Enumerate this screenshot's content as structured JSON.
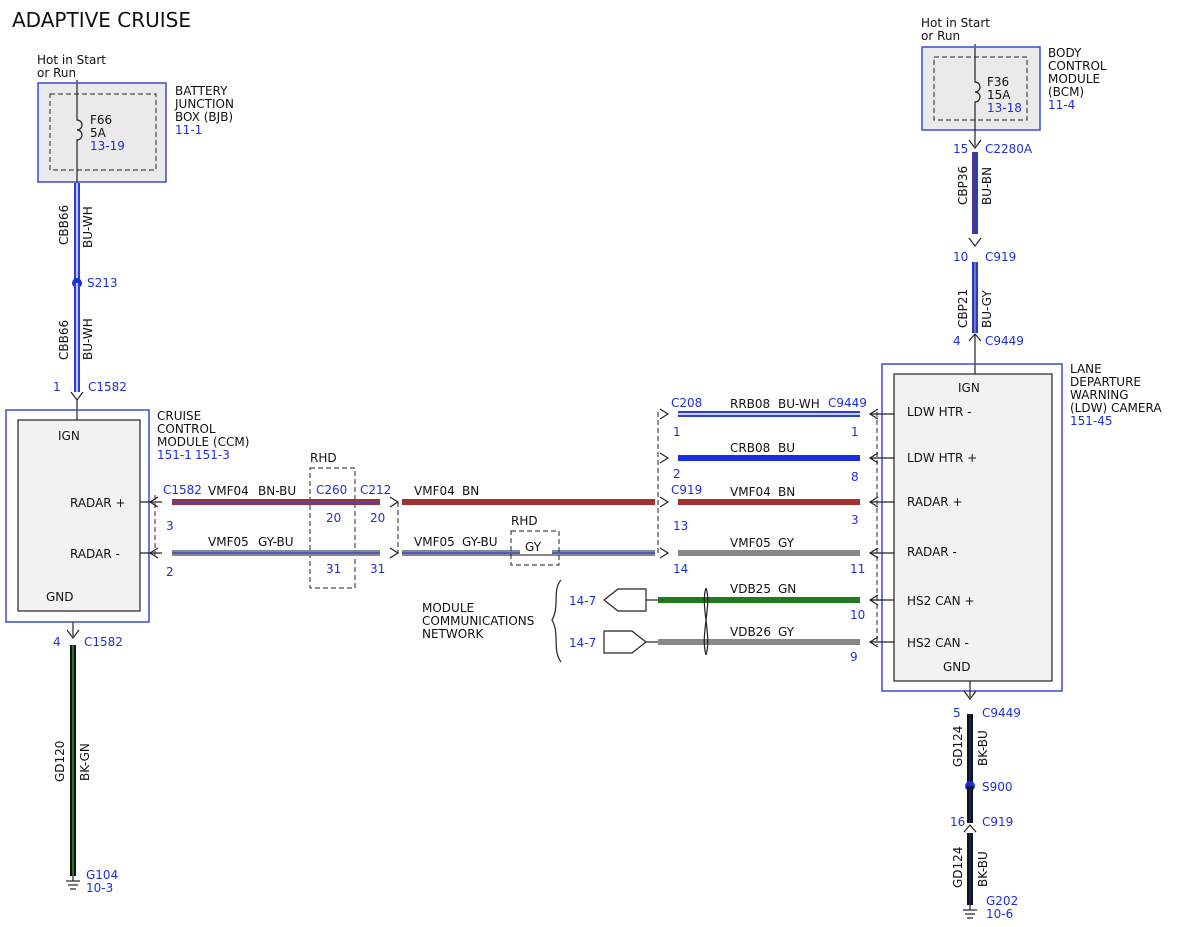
{
  "title": "ADAPTIVE CRUISE",
  "colors": {
    "BU-WH": [
      "#2b3fd0",
      "#ffffff"
    ],
    "BU": [
      "#1a2ee0",
      "#1a2ee0"
    ],
    "BN": [
      "#a1302e",
      "#a1302e"
    ],
    "BN-BU": [
      "#a1302e",
      "#3b4bd8"
    ],
    "GY": [
      "#888888",
      "#888888"
    ],
    "GY-BU": [
      "#888888",
      "#3b4bd8"
    ],
    "GN": [
      "#1f7a1f",
      "#1f7a1f"
    ],
    "BK-GN": [
      "#111111",
      "#2a8f2a"
    ],
    "BK-BU": [
      "#111111",
      "#1a2a80"
    ],
    "BU-BN": [
      "#2a3ad0",
      "#7a3020"
    ],
    "BU-GY": [
      "#2a3ad0",
      "#9090a0"
    ],
    "ref": "#1f2fd6"
  },
  "bjb": {
    "hot1": "Hot in Start",
    "hot2": "or Run",
    "fuse": "F66",
    "amp": "5A",
    "ref": "13-19",
    "name1": "BATTERY",
    "name2": "JUNCTION",
    "name3": "BOX (BJB)",
    "page": "11-1"
  },
  "bcm": {
    "hot1": "Hot in Start",
    "hot2": "or Run",
    "fuse": "F36",
    "amp": "15A",
    "ref": "13-18",
    "name1": "BODY",
    "name2": "CONTROL",
    "name3": "MODULE",
    "name4": "(BCM)",
    "page": "11-4"
  },
  "ccm": {
    "name1": "CRUISE",
    "name2": "CONTROL",
    "name3": "MODULE (CCM)",
    "page1": "151-1",
    "page2": "151-3",
    "pin_ign": "IGN",
    "pin_radar_pos": "RADAR +",
    "pin_radar_neg": "RADAR -",
    "pin_gnd": "GND"
  },
  "ldw": {
    "name1": "LANE",
    "name2": "DEPARTURE",
    "name3": "WARNING",
    "name4": "(LDW) CAMERA",
    "page": "151-45",
    "pin_ign": "IGN",
    "pins": [
      "LDW HTR -",
      "LDW HTR +",
      "RADAR +",
      "RADAR -",
      "HS2 CAN +",
      "HS2 CAN -"
    ],
    "pin_gnd": "GND"
  },
  "left_wires": {
    "upper_circuit": "CBB66",
    "upper_color": "BU-WH",
    "splice": "S213",
    "lower_circuit": "CBB66",
    "lower_color": "BU-WH",
    "conn_pin": "1",
    "conn": "C1582",
    "gnd_pin": "4",
    "gnd_conn": "C1582",
    "gnd_circuit": "GD120",
    "gnd_color": "BK-GN",
    "ground": "G104",
    "ground_ref": "10-3"
  },
  "right_top_wires": {
    "pin1": "15",
    "conn1": "C2280A",
    "circuit1": "CBP36",
    "color1": "BU-BN",
    "pin2": "10",
    "conn2": "C919",
    "circuit2": "CBP21",
    "color2": "BU-GY",
    "pin3": "4",
    "conn3": "C9449"
  },
  "right_bottom_wires": {
    "pin1": "5",
    "conn1": "C9449",
    "circuit1": "GD124",
    "color1": "BK-BU",
    "splice": "S900",
    "pin2": "16",
    "conn2": "C919",
    "circuit2": "GD124",
    "color2": "BK-BU",
    "ground": "G202",
    "ground_ref": "10-6"
  },
  "middle": {
    "rhd1": "RHD",
    "rhd2": "RHD",
    "c1582": "C1582",
    "c260": "C260",
    "c212": "C212",
    "c919": "C919",
    "c208": "C208",
    "c9449": "C9449",
    "r1_circuit": "VMF04",
    "r1_color": "BN-BU",
    "r1_pin_left": "3",
    "r1_pin_c260": "20",
    "r1_pin_c212": "20",
    "r2_circuit": "VMF05",
    "r2_color": "GY-BU",
    "r2_pin_left": "2",
    "r2_pin_c260": "31",
    "r2_pin_c212": "31",
    "r1b_circuit": "VMF04",
    "r1b_color": "BN",
    "r2b_circuit": "VMF05",
    "r2b_color": "GY-BU",
    "rhd_gy": "GY",
    "ldw1_circuit": "RRB08",
    "ldw1_color": "BU-WH",
    "ldw1_pin_left": "1",
    "ldw1_pin_right": "1",
    "ldw2_circuit": "CRB08",
    "ldw2_color": "BU",
    "ldw2_pin_left": "2",
    "ldw2_pin_right": "8",
    "ldw3_circuit": "VMF04",
    "ldw3_color": "BN",
    "ldw3_pin_left": "13",
    "ldw3_pin_right": "3",
    "ldw4_circuit": "VMF05",
    "ldw4_color": "GY",
    "ldw4_pin_left": "14",
    "ldw4_pin_right": "11",
    "can1_circuit": "VDB25",
    "can1_color": "GN",
    "can1_ref": "14-7",
    "can1_pin": "10",
    "can2_circuit": "VDB26",
    "can2_color": "GY",
    "can2_ref": "14-7",
    "can2_pin": "9",
    "mcn1": "MODULE",
    "mcn2": "COMMUNICATIONS",
    "mcn3": "NETWORK"
  }
}
